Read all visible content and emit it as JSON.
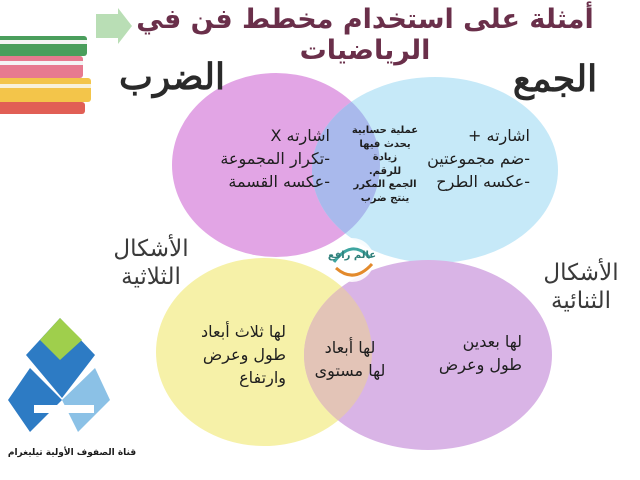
{
  "title": "أمثلة على استخدام مخطط فن في الرياضيات",
  "colors": {
    "addition_circle": "#c6e9f8",
    "multiplication_circle": "#e2a5e5",
    "overlap_top": "#a9b9ec",
    "two_d_circle": "#d9b4e6",
    "three_d_circle": "#f6f1a8",
    "overlap_bottom": "#e3c4b7"
  },
  "top_diagram": {
    "left_heading": "الضرب",
    "right_heading": "الجمع",
    "left_items": [
      "اشارته X",
      "-تكرار المجموعة",
      "-عكسه القسمة"
    ],
    "right_items": [
      "اشارته +",
      "-ضم مجموعتين",
      "-عكسه الطرح"
    ],
    "overlap_items": [
      "عملية حسابية",
      "يحدث فيها زيادة",
      "للرقم.",
      "الجمع المكرر",
      "ينتج ضرب"
    ]
  },
  "bottom_diagram": {
    "left_label_line1": "الأشكال",
    "left_label_line2": "الثلاثية",
    "right_label_line1": "الأشكال",
    "right_label_line2": "الثنائية",
    "left_items": [
      "لها ثلاث أبعاد",
      "طول وعرض",
      "وارتفاع"
    ],
    "right_items": [
      "لها بعدين",
      "طول وعرض"
    ],
    "overlap_items": [
      "لها أبعاد",
      "لها مستوى"
    ]
  },
  "watermark": "عالم رافع",
  "footer": "قناة الصفوف الأولية تيليغرام"
}
